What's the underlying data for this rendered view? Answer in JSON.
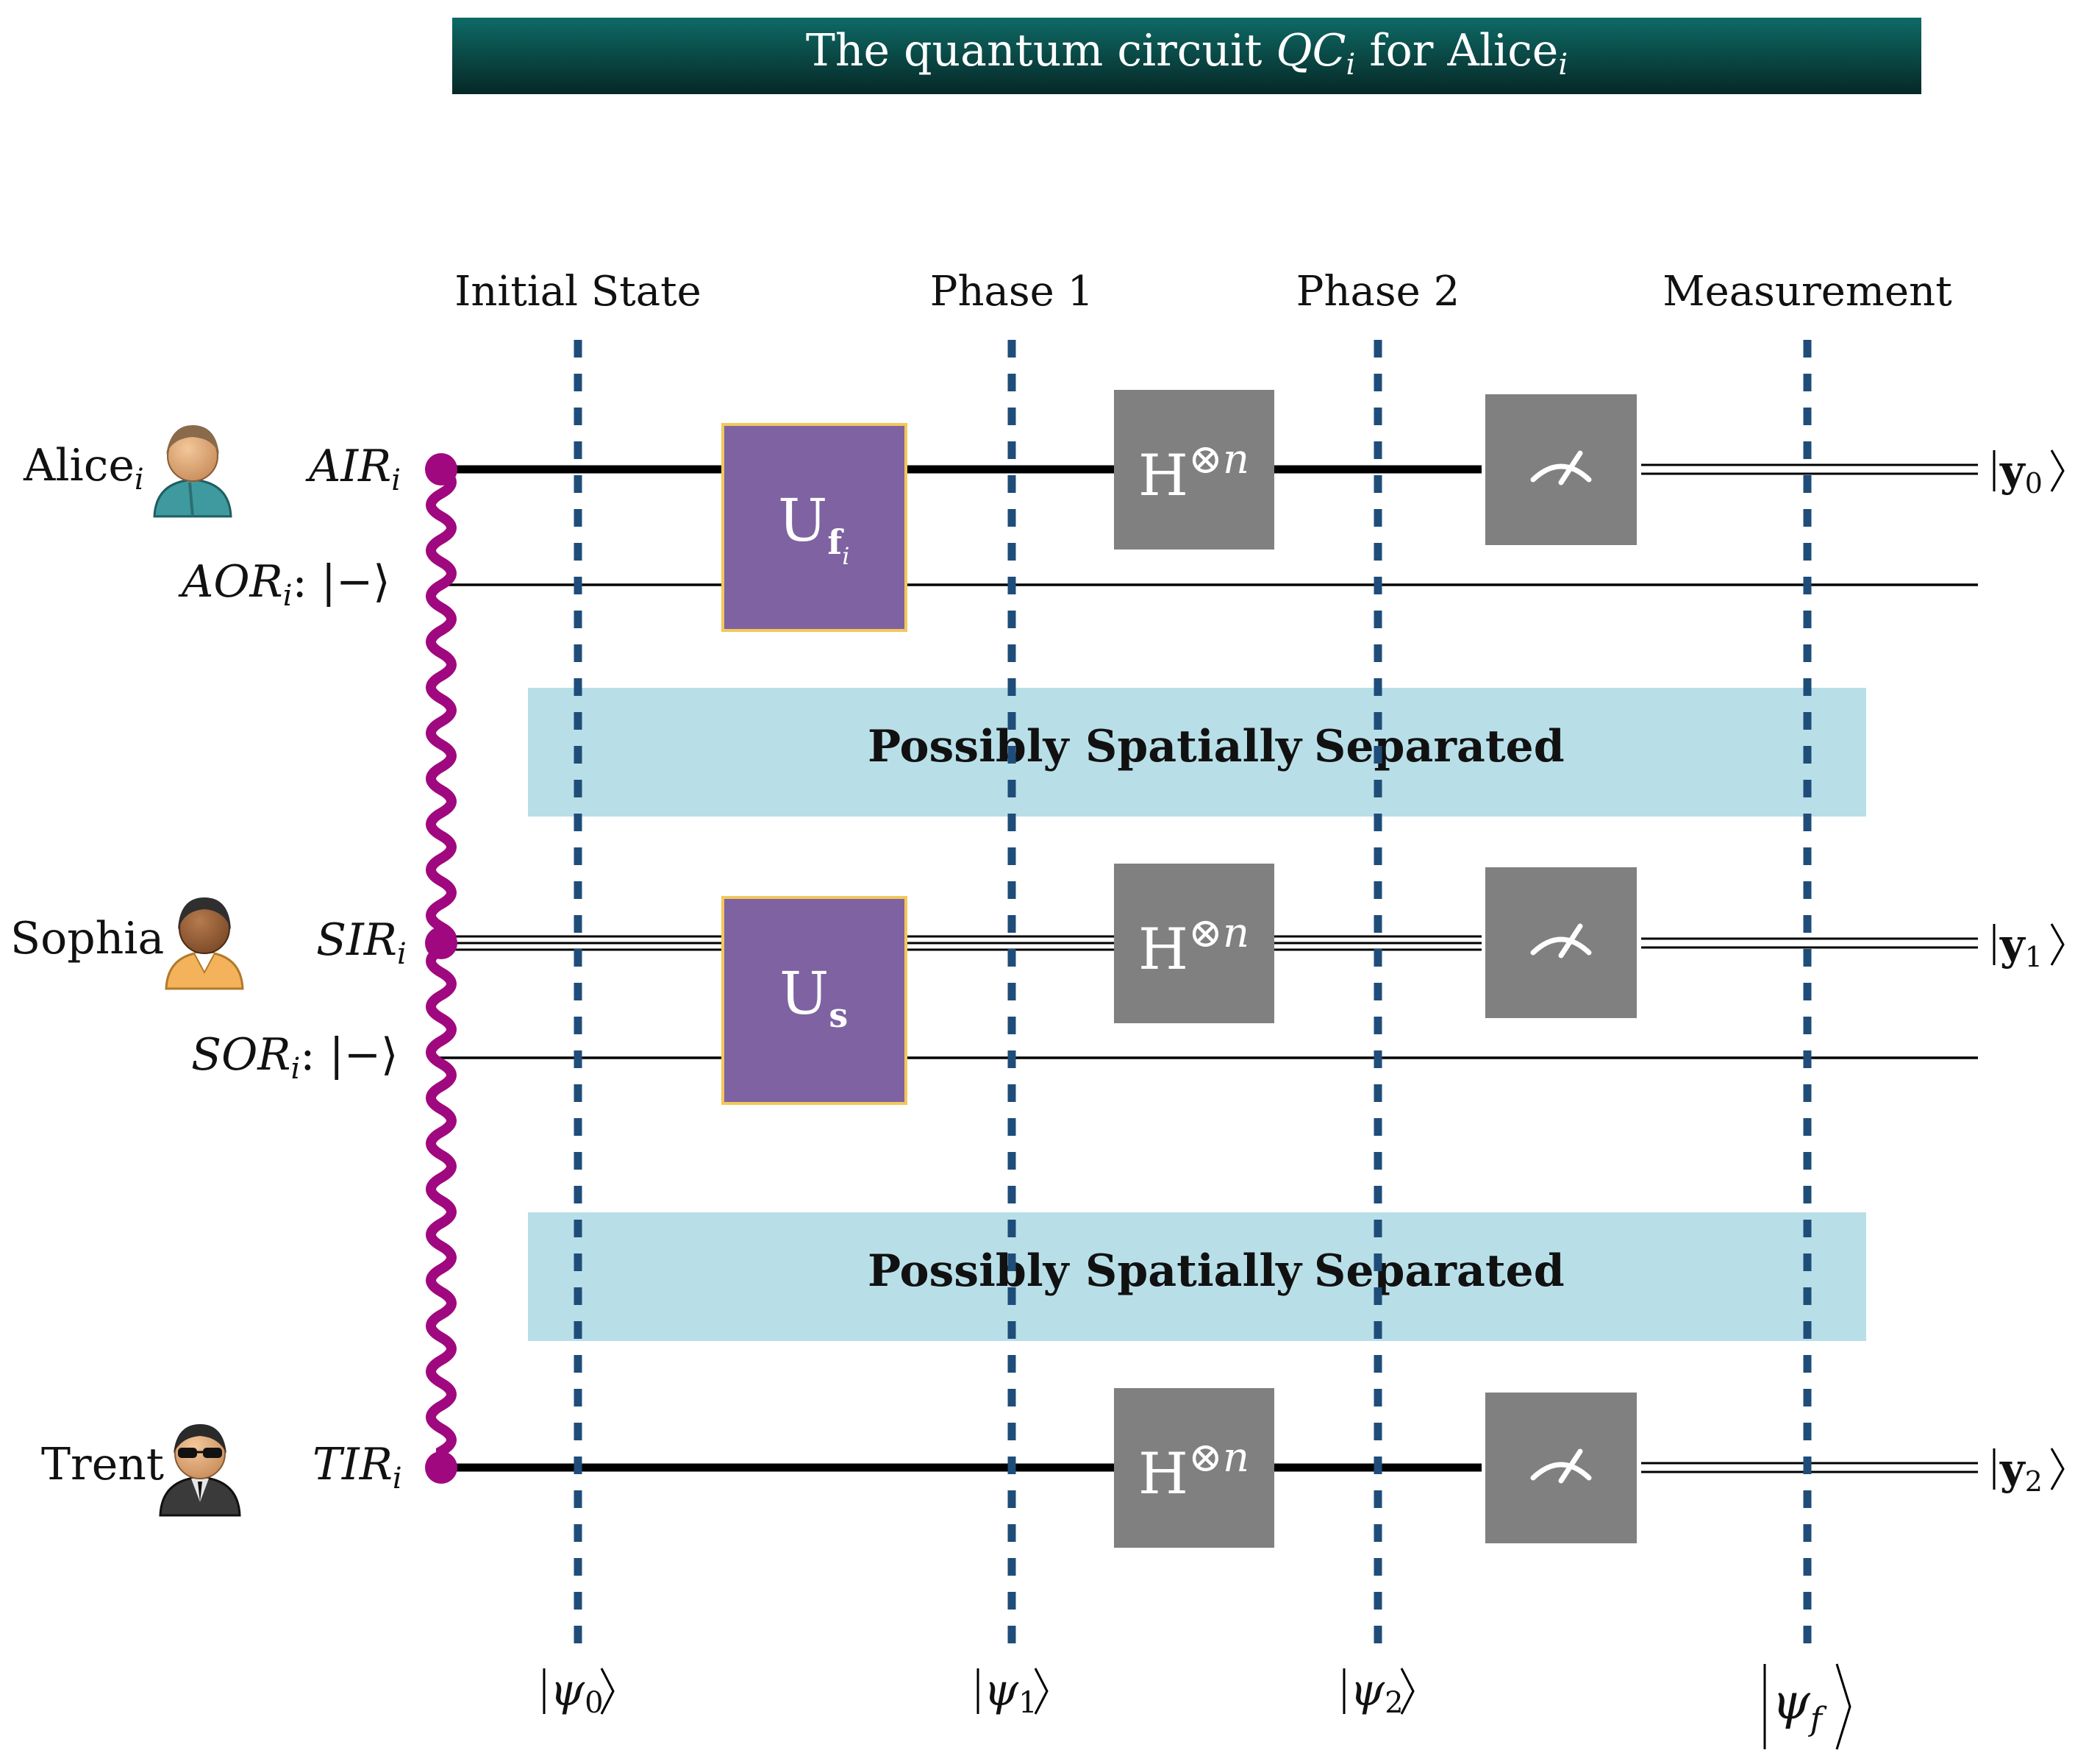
{
  "header": {
    "title_prefix": "The quantum circuit ",
    "title_sym": "QC",
    "title_sub": "i",
    "title_mid": " for Alice",
    "title_sub2": "i"
  },
  "phases": [
    {
      "label": "Initial State",
      "state_sym": "ψ",
      "state_sub": "0"
    },
    {
      "label": "Phase 1",
      "state_sym": "ψ",
      "state_sub": "1"
    },
    {
      "label": "Phase 2",
      "state_sym": "ψ",
      "state_sub": "2"
    },
    {
      "label": "Measurement",
      "state_sym": "ψ",
      "state_sub": "f"
    }
  ],
  "players": [
    {
      "name": "Alice",
      "name_sub": "i",
      "reg_in": "AIR",
      "reg_in_sub": "i",
      "reg_out": "AOR",
      "reg_out_sub": "i",
      "ket": "|−⟩",
      "gate": "U",
      "gate_sub": "f",
      "gate_sub2": "i",
      "output": "y",
      "output_sub": "0",
      "icon": "alice-person-icon"
    },
    {
      "name": "Sophia",
      "name_sub": "",
      "reg_in": "SIR",
      "reg_in_sub": "i",
      "reg_out": "SOR",
      "reg_out_sub": "i",
      "ket": "|−⟩",
      "gate": "U",
      "gate_sub": "s",
      "gate_sub2": "",
      "output": "y",
      "output_sub": "1",
      "icon": "sophia-person-icon"
    },
    {
      "name": "Trent",
      "name_sub": "",
      "reg_in": "TIR",
      "reg_in_sub": "i",
      "output": "y",
      "output_sub": "2",
      "icon": "trent-person-icon"
    }
  ],
  "hadamard": {
    "label": "H",
    "sup": "⊗n"
  },
  "separators": [
    {
      "words": [
        "Possibly",
        "Spatially",
        "Separated"
      ]
    },
    {
      "words": [
        "Possibly",
        "Spatially",
        "Separated"
      ]
    }
  ],
  "colors": {
    "title_bar_dark": "#062826",
    "title_bar_light": "#0e6a66",
    "gate_purple": "#7e62a1",
    "gate_border": "#f2c85a",
    "gray_gate": "#808080",
    "entangle_magenta": "#a0087f",
    "dashed_blue": "#1f4d7a",
    "separator_bg": "#b8dfe8"
  }
}
